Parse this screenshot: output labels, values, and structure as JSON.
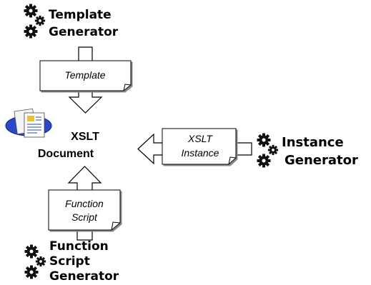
{
  "nodes": {
    "template_generator": {
      "line1": "Template",
      "line2": "Generator"
    },
    "xslt_document": {
      "line1": "XSLT",
      "line2": "Document"
    },
    "instance_generator": {
      "line1": "Instance",
      "line2": "Generator"
    },
    "function_script_generator": {
      "line1": "Function",
      "line2": "Script",
      "line3": "Generator"
    }
  },
  "flows": {
    "template": {
      "line1": "Template"
    },
    "xslt_instance": {
      "line1": "XSLT",
      "line2": "Instance"
    },
    "function_script": {
      "line1": "Function",
      "line2": "Script"
    }
  },
  "icons": {
    "generator": "gears-icon",
    "document": "documents-icon"
  }
}
